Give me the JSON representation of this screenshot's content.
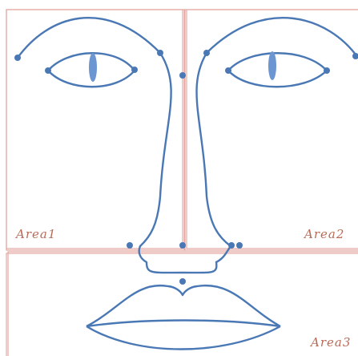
{
  "labels": {
    "area1": "Area1",
    "area2": "Area2",
    "area3": "Area3"
  },
  "colors": {
    "background": "#ffffff",
    "area_border": "#e4a8a2",
    "outline": "#4a78b5",
    "dots": "#4a78b5",
    "pupil": "#6c96d1",
    "label_text": "#b96b57"
  }
}
